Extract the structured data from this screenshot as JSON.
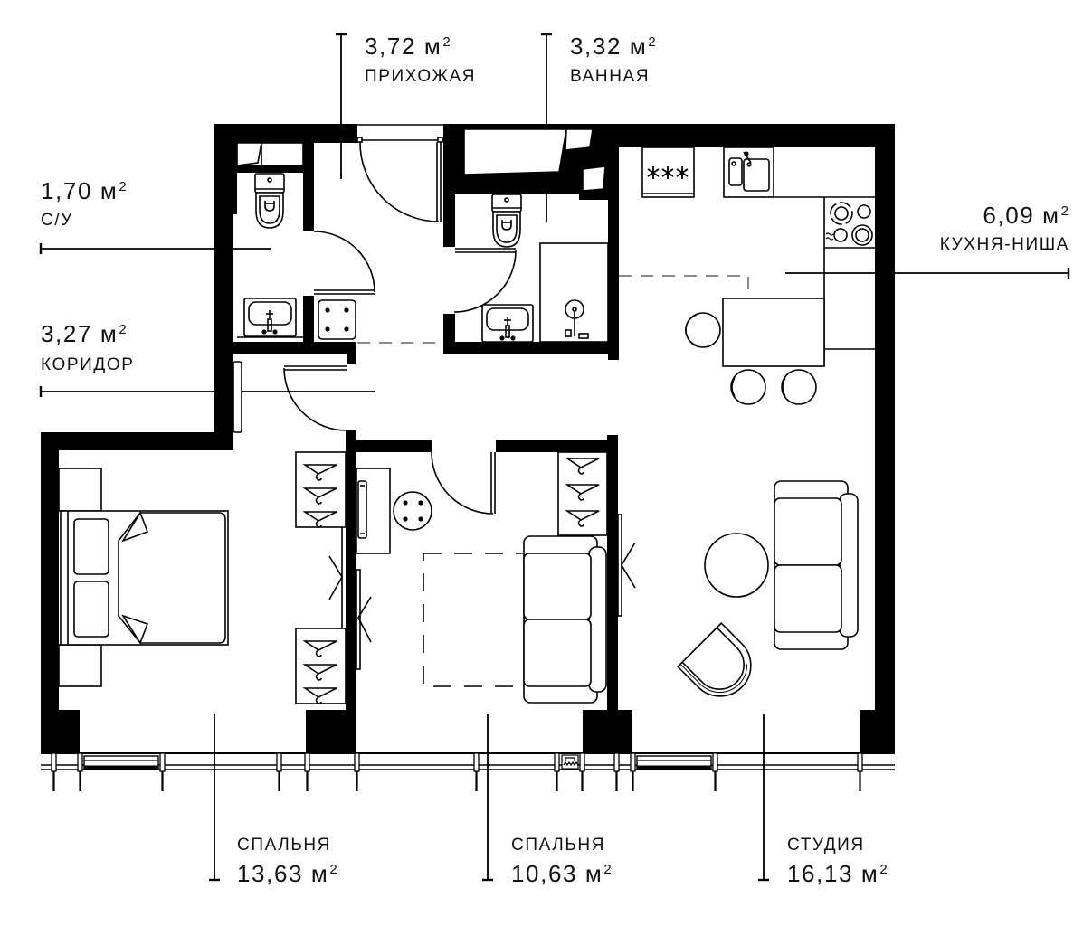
{
  "plan": {
    "unit": "м",
    "unit_power": "2",
    "colors": {
      "walls": "#000000",
      "lines": "#000000",
      "boundary_dash": "#8c8c8c",
      "text": "#111111",
      "background": "#ffffff"
    },
    "rooms": [
      {
        "name": "ПРИХОЖАЯ",
        "area": "3,72"
      },
      {
        "name": "ВАННАЯ",
        "area": "3,32"
      },
      {
        "name": "С/У",
        "area": "1,70"
      },
      {
        "name": "КОРИДОР",
        "area": "3,27"
      },
      {
        "name": "КУХНЯ-НИША",
        "area": "6,09"
      },
      {
        "name": "СПАЛЬНЯ",
        "area": "13,63"
      },
      {
        "name": "СПАЛЬНЯ",
        "area": "10,63"
      },
      {
        "name": "СТУДИЯ",
        "area": "16,13"
      }
    ]
  }
}
